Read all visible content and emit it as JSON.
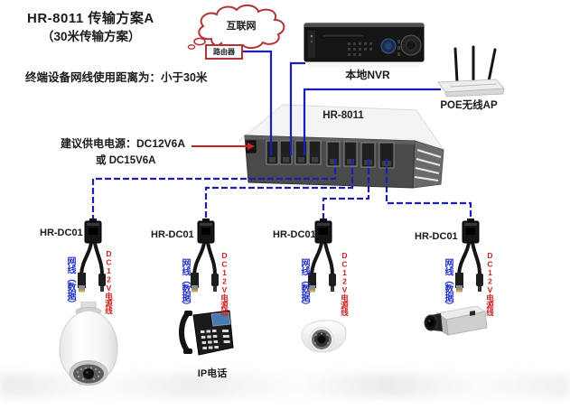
{
  "title": {
    "line1": "HR-8011 传输方案A",
    "line2": "（30米传输方案）"
  },
  "notes": {
    "cable_distance": "终端设备网线使用距离为：小于30米",
    "power_recommend_line1": "建议供电电源：DC12V6A",
    "power_recommend_line2": "或 DC15V6A"
  },
  "internet_cloud": {
    "label": "互联网"
  },
  "router": {
    "label": "路由器"
  },
  "nvr": {
    "label": "本地NVR"
  },
  "wireless_ap": {
    "label": "POE无线AP"
  },
  "switch": {
    "model": "HR-8011",
    "port_count": 8
  },
  "splitters": [
    {
      "label": "HR-DC01",
      "cable_label": "网线（数据）",
      "power_cable_label": "DC12V电源线"
    },
    {
      "label": "HR-DC01",
      "cable_label": "网线（数据）",
      "power_cable_label": "DC12V电源线"
    },
    {
      "label": "HR-DC01",
      "cable_label": "网线（数据）",
      "power_cable_label": "DC12V电源线"
    },
    {
      "label": "HR-DC01",
      "cable_label": "网线（数据）",
      "power_cable_label": "DC12V电源线"
    }
  ],
  "end_devices": [
    {
      "name": "ptz-dome-camera"
    },
    {
      "name": "ip-phone",
      "label": "IP电话"
    },
    {
      "name": "mini-dome-camera"
    },
    {
      "name": "box-camera"
    }
  ],
  "colors": {
    "connection_line": "#1d1db8",
    "accent_red": "#c03030",
    "cable_data_text": "#2233cc",
    "cable_power_text": "#cc2020"
  }
}
